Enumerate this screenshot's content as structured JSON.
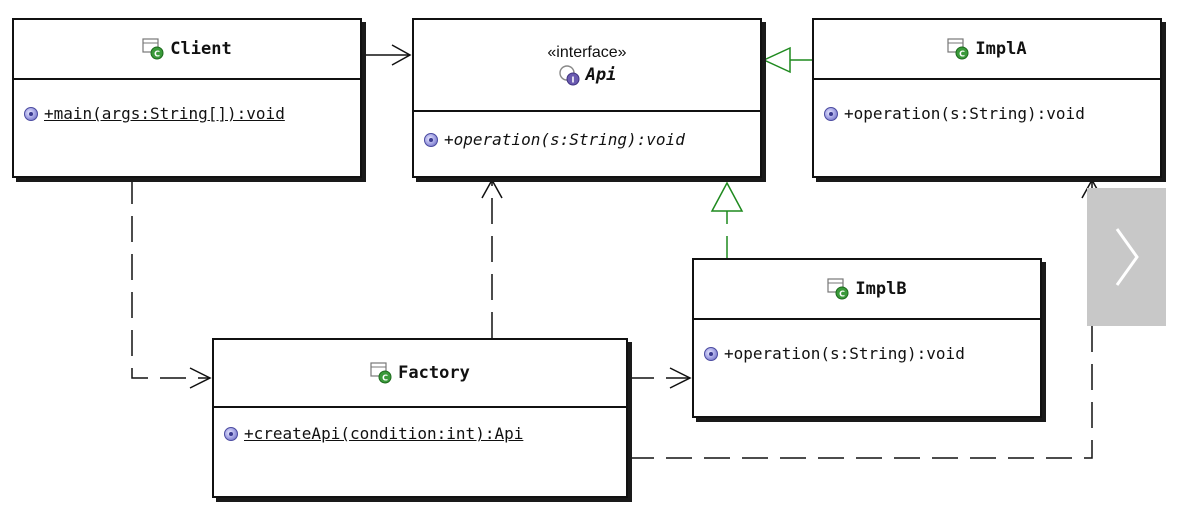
{
  "classes": {
    "client": {
      "name": "Client",
      "icon": "class-icon",
      "operations": [
        {
          "text": "+main(args:String[]):void",
          "static": true
        }
      ]
    },
    "api": {
      "stereotype": "«interface»",
      "name": "Api",
      "icon": "interface-icon",
      "operations": [
        {
          "text": "+operation(s:String):void",
          "abstract": true
        }
      ]
    },
    "implA": {
      "name": "ImplA",
      "icon": "class-icon",
      "operations": [
        {
          "text": "+operation(s:String):void"
        }
      ]
    },
    "implB": {
      "name": "ImplB",
      "icon": "class-icon",
      "operations": [
        {
          "text": "+operation(s:String):void"
        }
      ]
    },
    "factory": {
      "name": "Factory",
      "icon": "class-icon",
      "operations": [
        {
          "text": "+createApi(condition:int):Api",
          "static": true
        }
      ]
    }
  },
  "relationships": [
    {
      "from": "Client",
      "to": "Api",
      "type": "dependency"
    },
    {
      "from": "Client",
      "to": "Factory",
      "type": "dependency"
    },
    {
      "from": "Factory",
      "to": "Api",
      "type": "dependency"
    },
    {
      "from": "Factory",
      "to": "ImplB",
      "type": "dependency"
    },
    {
      "from": "Factory",
      "to": "ImplA",
      "type": "dependency"
    },
    {
      "from": "ImplA",
      "to": "Api",
      "type": "realization"
    },
    {
      "from": "ImplB",
      "to": "Api",
      "type": "realization"
    }
  ],
  "colors": {
    "realization": "#1f8a1f",
    "dependency": "#111111",
    "nav_panel": "#c8c8c8"
  },
  "nav": {
    "icon": "chevron-right-icon"
  }
}
